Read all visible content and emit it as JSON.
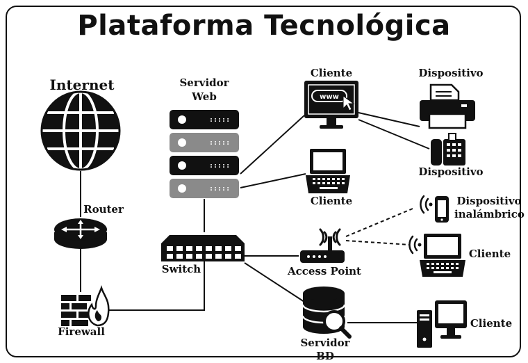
{
  "title": "Plataforma Tecnológica",
  "nodes": {
    "internet": "Internet",
    "router": "Router",
    "firewall": "Firewall",
    "web_server_line1": "Servidor",
    "web_server_line2": "Web",
    "switch": "Switch",
    "client_top": "Cliente",
    "client_laptop": "Cliente",
    "device_printer": "Dispositivo",
    "device_phone": "Dispositivo",
    "access_point": "Access Point",
    "wireless_device_line1": "Dispositivo",
    "wireless_device_line2": "inalámbrico",
    "client_wifi_laptop": "Cliente",
    "db_server_line1": "Servidor",
    "db_server_line2": "BD",
    "client_desktop": "Cliente"
  },
  "screen_text": "www"
}
